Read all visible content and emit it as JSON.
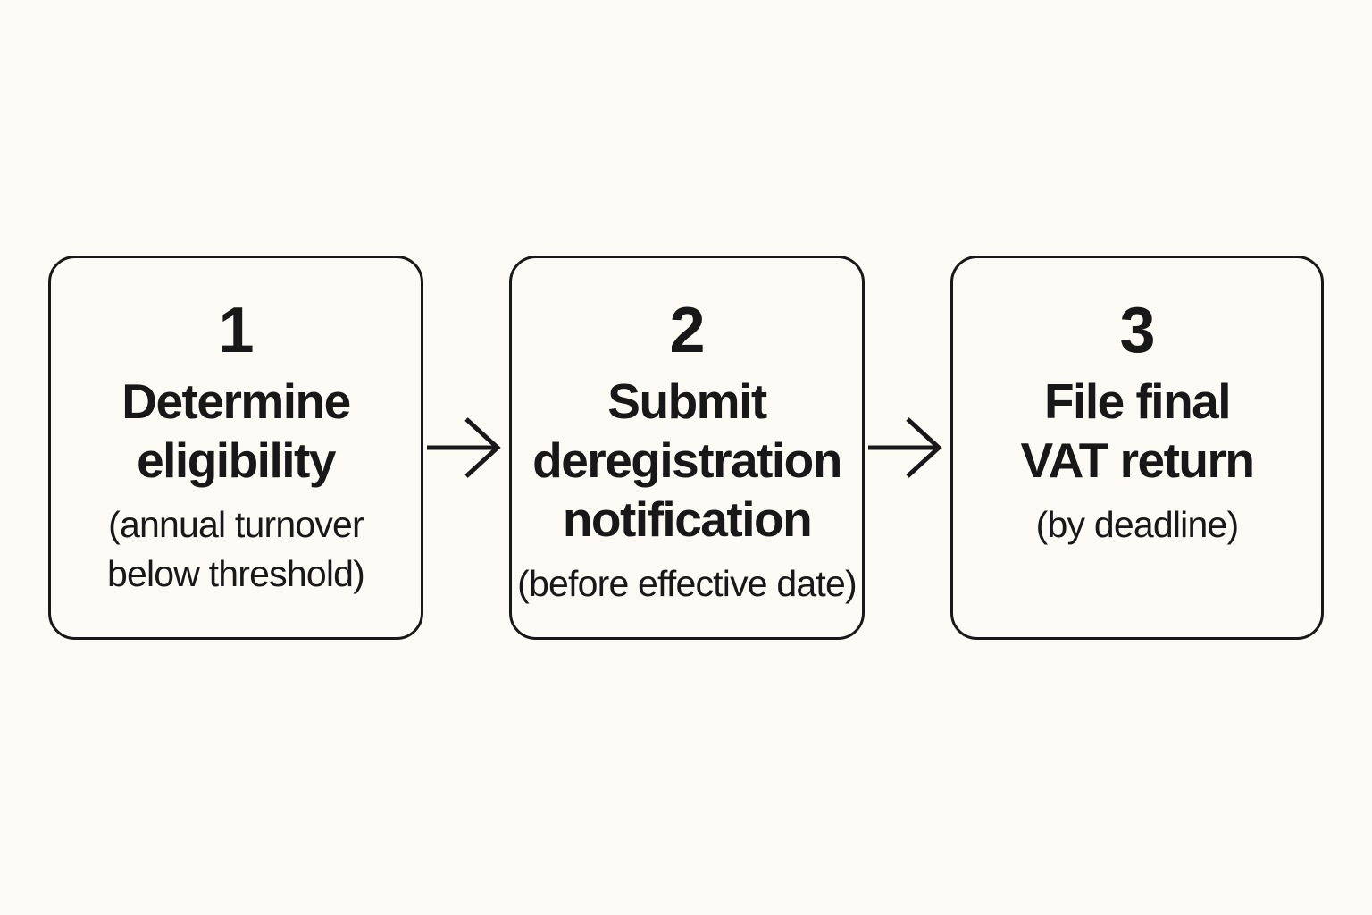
{
  "diagram": {
    "background_color": "#FCFAF4",
    "ink_color": "#181818",
    "steps": [
      {
        "number": "1",
        "title": "Determine eligibility",
        "title_lines": [
          "Determine",
          "eligibility"
        ],
        "note": "(annual turnover below threshold)",
        "note_lines": [
          "(annual turnover",
          "below threshold)"
        ]
      },
      {
        "number": "2",
        "title": "Submit deregistration notification",
        "title_lines": [
          "Submit",
          "deregistration",
          "notification"
        ],
        "note": "(before effective date)",
        "note_lines": [
          "(before effective date)"
        ]
      },
      {
        "number": "3",
        "title": "File final VAT return",
        "title_lines": [
          "File final",
          "VAT return"
        ],
        "note": "(by deadline)",
        "note_lines": [
          "(by deadline)"
        ]
      }
    ],
    "connectors": [
      {
        "icon": "arrow-right"
      },
      {
        "icon": "arrow-right"
      }
    ]
  }
}
